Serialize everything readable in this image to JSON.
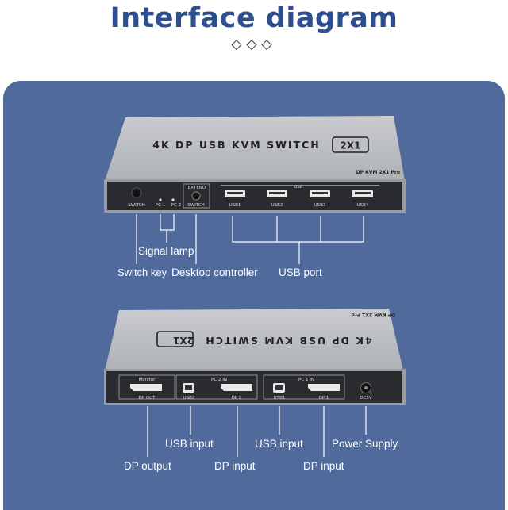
{
  "header": {
    "title": "Interface diagram",
    "ornament": "◇◇◇"
  },
  "colors": {
    "title": "#2d4e8f",
    "panel": "#4f6a9b",
    "device_body": "#b9bcc1",
    "device_front": "#2a2b2e",
    "callout_text": "#ffffff",
    "leader_line": "#ffffff"
  },
  "front_device": {
    "top_label": "4K DP USB KVM SWITCH",
    "badge": "2X1",
    "model": "DP KVM 2X1 Pro",
    "usb_group_label": "USB",
    "switch_label": "SWITCH",
    "pc1_label": "PC 1",
    "pc2_label": "PC 2",
    "extend_label": "EXTEND",
    "extend_switch_label": "SWITCH",
    "usb_ports": [
      "USB1",
      "USB2",
      "USB3",
      "USB4"
    ]
  },
  "back_device": {
    "top_label": "4K DP USB KVM SWITCH",
    "badge": "2X1",
    "model": "DP KVM 2X1 Pro",
    "monitor_label": "Monitor",
    "dp_out_label": "DP OUT",
    "pc2_in_label": "PC 2 IN",
    "usb2_label": "USB2",
    "dp2_label": "DP 2",
    "pc1_in_label": "PC 1 IN",
    "usb1_label": "USB1",
    "dp1_label": "DP 1",
    "power_label": "DC5V"
  },
  "front_callouts": {
    "signal_lamp": "Signal lamp",
    "switch_key": "Switch key",
    "desktop_controller": "Desktop controller",
    "usb_port": "USB port"
  },
  "back_callouts": {
    "usb_input_1": "USB input",
    "usb_input_2": "USB input",
    "power_supply": "Power Supply",
    "dp_output": "DP output",
    "dp_input_1": "DP input",
    "dp_input_2": "DP input"
  }
}
